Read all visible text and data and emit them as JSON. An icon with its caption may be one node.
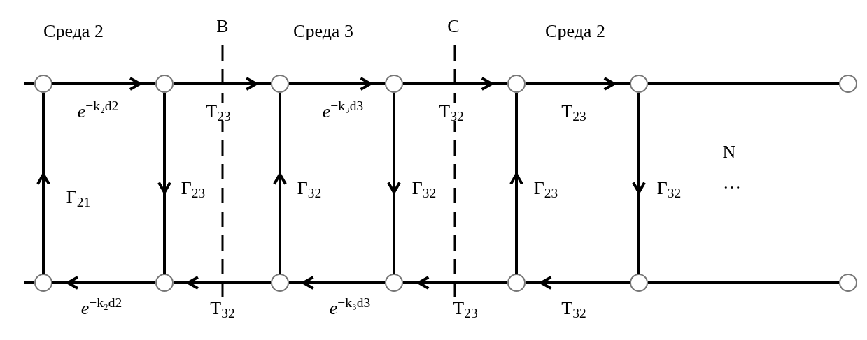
{
  "diagram": {
    "nodes": [
      {
        "text": [],
        "shape": "circle"
      },
      {
        "text": [],
        "shape": "circle"
      },
      {
        "text": [],
        "shape": "circle"
      },
      {
        "text": [],
        "shape": "circle"
      },
      {
        "text": [],
        "shape": "circle"
      },
      {
        "text": [],
        "shape": "circle"
      },
      {
        "text": [],
        "shape": "circle"
      },
      {
        "text": [],
        "shape": "circle"
      },
      {
        "text": [],
        "shape": "circle"
      },
      {
        "text": [],
        "shape": "circle"
      },
      {
        "text": [],
        "shape": "circle"
      },
      {
        "text": [],
        "shape": "circle"
      },
      {
        "text": [],
        "shape": "circle"
      },
      {
        "text": [],
        "shape": "circle"
      }
    ],
    "edges": [
      {
        "from": null,
        "to": 0,
        "arrow": "none"
      },
      {
        "from": 0,
        "to": 1,
        "arrow": "to",
        "label": "*e*$^{−k₂d2}$"
      },
      {
        "from": 1,
        "to": 2,
        "arrow": "to",
        "label": "T$_{23}$"
      },
      {
        "from": 2,
        "to": 3,
        "arrow": "to",
        "label": "*e*$^{−k₃d3}$"
      },
      {
        "from": 3,
        "to": 4,
        "arrow": "to",
        "label": "T$_{32}$"
      },
      {
        "from": 4,
        "to": 5,
        "arrow": "to",
        "label": "T$_{23}$"
      },
      {
        "from": 5,
        "to": 6,
        "arrow": "none"
      },
      {
        "from": 7,
        "to": 0,
        "arrow": "to",
        "label": "Γ$_{21}$"
      },
      {
        "from": 1,
        "to": 8,
        "arrow": "to",
        "label": "Γ$_{23}$"
      },
      {
        "from": 9,
        "to": 2,
        "arrow": "to",
        "label": "Γ$_{32}$"
      },
      {
        "from": 3,
        "to": 10,
        "arrow": "to",
        "label": "Γ$_{32}$"
      },
      {
        "from": 11,
        "to": 4,
        "arrow": "to",
        "label": "Γ$_{23}$"
      },
      {
        "from": 5,
        "to": 12,
        "arrow": "to",
        "label": "Γ$_{32}$"
      },
      {
        "from": 7,
        "to": null,
        "arrow": "none"
      },
      {
        "from": 8,
        "to": 7,
        "arrow": "to",
        "label": "*e*$^{−k₂d2}$"
      },
      {
        "from": 9,
        "to": 8,
        "arrow": "to",
        "label": "T$_{32}$"
      },
      {
        "from": 10,
        "to": 9,
        "arrow": "to",
        "label": "*e*$^{−k₃d3}$"
      },
      {
        "from": 11,
        "to": 10,
        "arrow": "to",
        "label": "T$_{23}$"
      },
      {
        "from": 12,
        "to": 11,
        "arrow": "to",
        "label": "T$_{32}$"
      },
      {
        "from": 13,
        "to": 12,
        "arrow": "none"
      }
    ],
    "labels": [
      "Среда 2",
      "B",
      "Среда 3",
      "C",
      "Среда 2",
      "N",
      "…"
    ]
  }
}
